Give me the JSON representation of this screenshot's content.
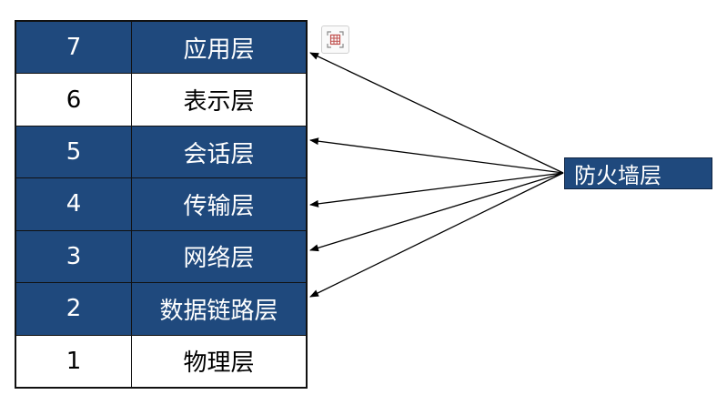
{
  "layers": [
    {
      "num": "7",
      "name": "应用层",
      "highlight": true
    },
    {
      "num": "6",
      "name": "表示层",
      "highlight": false
    },
    {
      "num": "5",
      "name": "会话层",
      "highlight": true
    },
    {
      "num": "4",
      "name": "传输层",
      "highlight": true
    },
    {
      "num": "3",
      "name": "网络层",
      "highlight": true
    },
    {
      "num": "2",
      "name": "数据链路层",
      "highlight": true
    },
    {
      "num": "1",
      "name": "物理层",
      "highlight": false
    }
  ],
  "firewall": {
    "label": "防火墙层"
  },
  "arrow_targets": [
    "7",
    "5",
    "4",
    "3",
    "2"
  ],
  "colors": {
    "highlight": "#1f497d",
    "plain": "#ffffff",
    "arrow": "#000000"
  },
  "icons": {
    "table_icon": "table-icon"
  }
}
